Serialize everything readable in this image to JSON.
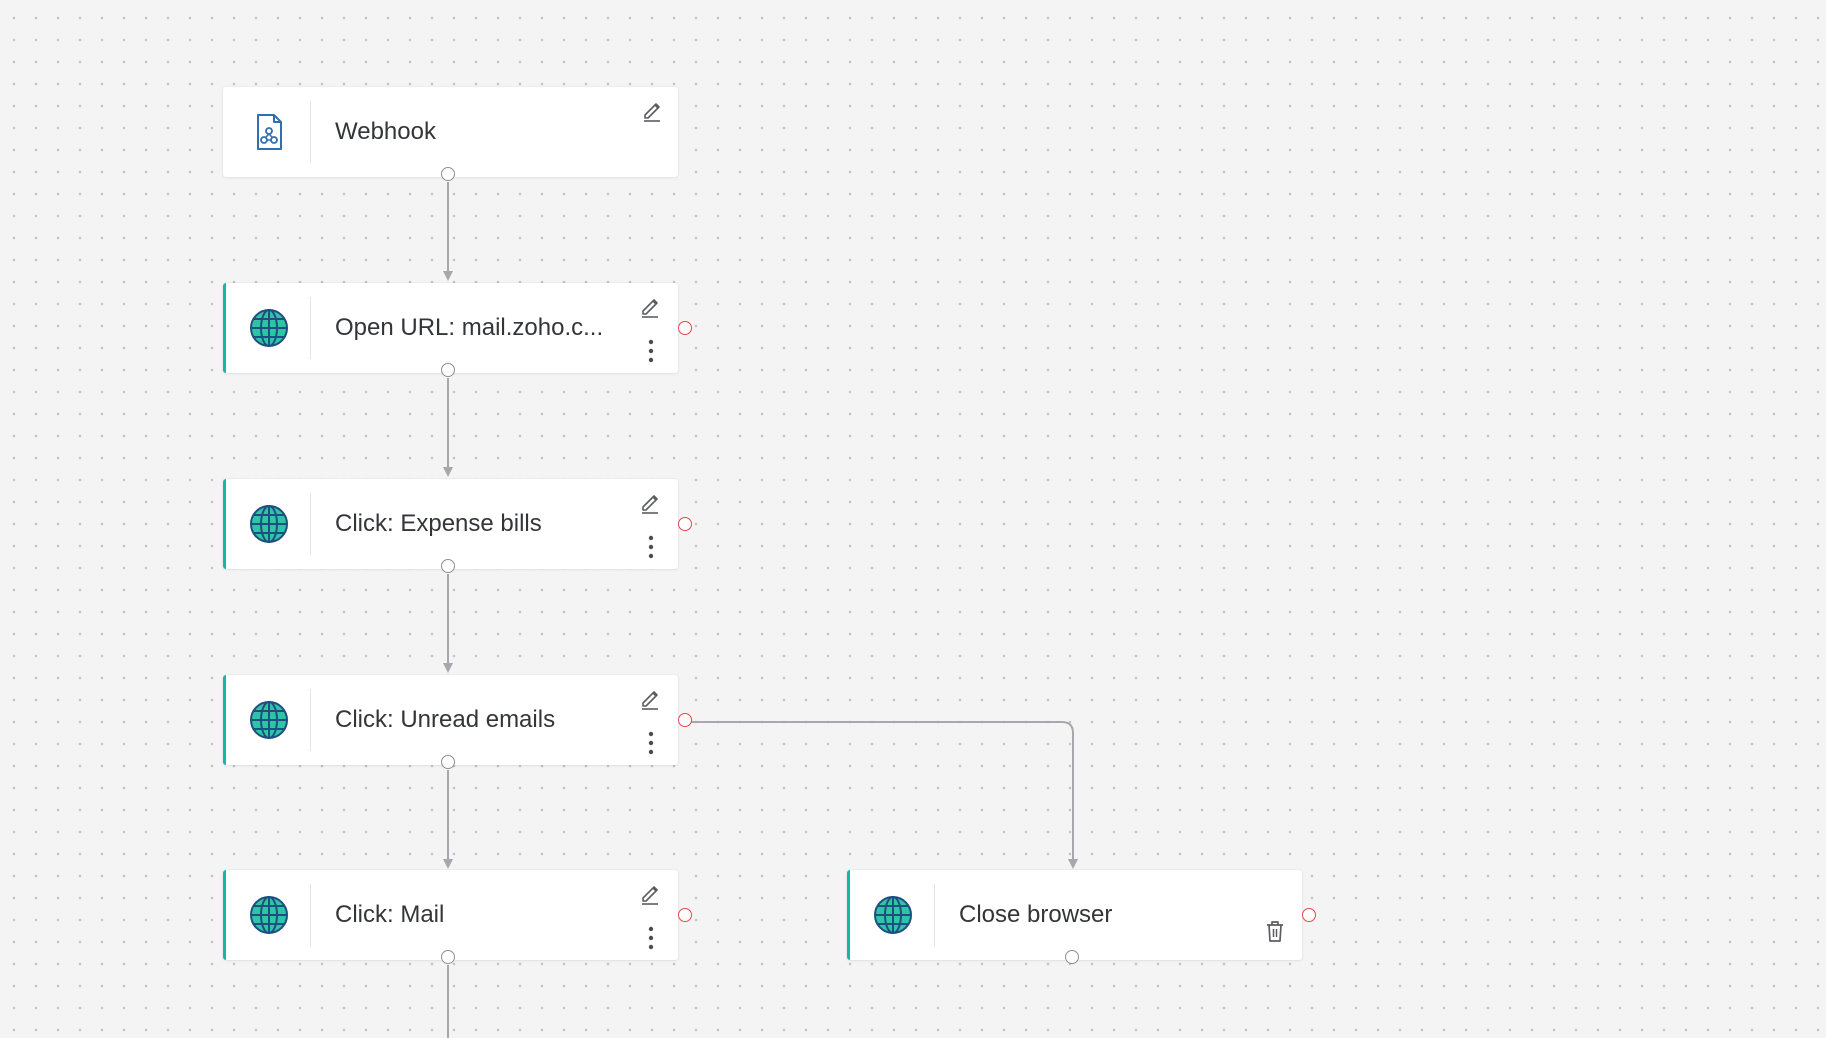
{
  "canvas": {
    "nodes": [
      {
        "id": "webhook",
        "label": "Webhook",
        "icon": "webhook-file-icon",
        "actions": [
          "edit"
        ]
      },
      {
        "id": "open-url",
        "label": "Open URL: mail.zoho.c...",
        "icon": "globe-icon",
        "actions": [
          "edit",
          "more"
        ]
      },
      {
        "id": "click-expense-bills",
        "label": "Click: Expense bills",
        "icon": "globe-icon",
        "actions": [
          "edit",
          "more"
        ]
      },
      {
        "id": "click-unread-emails",
        "label": "Click: Unread emails",
        "icon": "globe-icon",
        "actions": [
          "edit",
          "more"
        ]
      },
      {
        "id": "click-mail",
        "label": "Click: Mail",
        "icon": "globe-icon",
        "actions": [
          "edit",
          "more"
        ]
      },
      {
        "id": "close-browser",
        "label": "Close browser",
        "icon": "globe-icon",
        "actions": [
          "delete"
        ]
      }
    ],
    "edges": [
      {
        "from": "webhook",
        "to": "open-url",
        "kind": "success"
      },
      {
        "from": "open-url",
        "to": "click-expense-bills",
        "kind": "success"
      },
      {
        "from": "click-expense-bills",
        "to": "click-unread-emails",
        "kind": "success"
      },
      {
        "from": "click-unread-emails",
        "to": "click-mail",
        "kind": "success"
      },
      {
        "from": "click-unread-emails",
        "to": "close-browser",
        "kind": "error"
      }
    ],
    "colors": {
      "accent": "#14b8a6",
      "error_port": "#e5484d",
      "connector": "#a8a8ac",
      "node_text": "#333538",
      "canvas_bg": "#f4f4f5"
    }
  }
}
